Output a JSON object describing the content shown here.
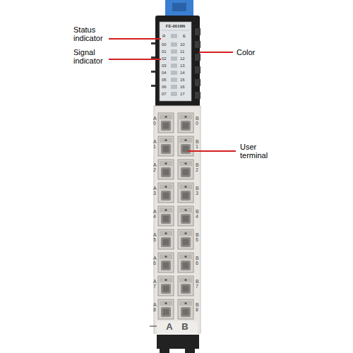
{
  "diagram": {
    "labels": [
      "Status indicator",
      "Signal indicator",
      "Color",
      "User terminal",
      "FE-0016N",
      "R",
      "E",
      "00",
      "01",
      "02",
      "03",
      "04",
      "05",
      "06",
      "07",
      "10",
      "11",
      "12",
      "13",
      "14",
      "15",
      "16",
      "17",
      "A0",
      "B0",
      "A1",
      "B1",
      "A2",
      "B2",
      "A3",
      "B3",
      "A4",
      "B4",
      "A5",
      "B5",
      "A6",
      "B6",
      "A7",
      "B7",
      "A8",
      "B8",
      "A",
      "B"
    ]
  }
}
